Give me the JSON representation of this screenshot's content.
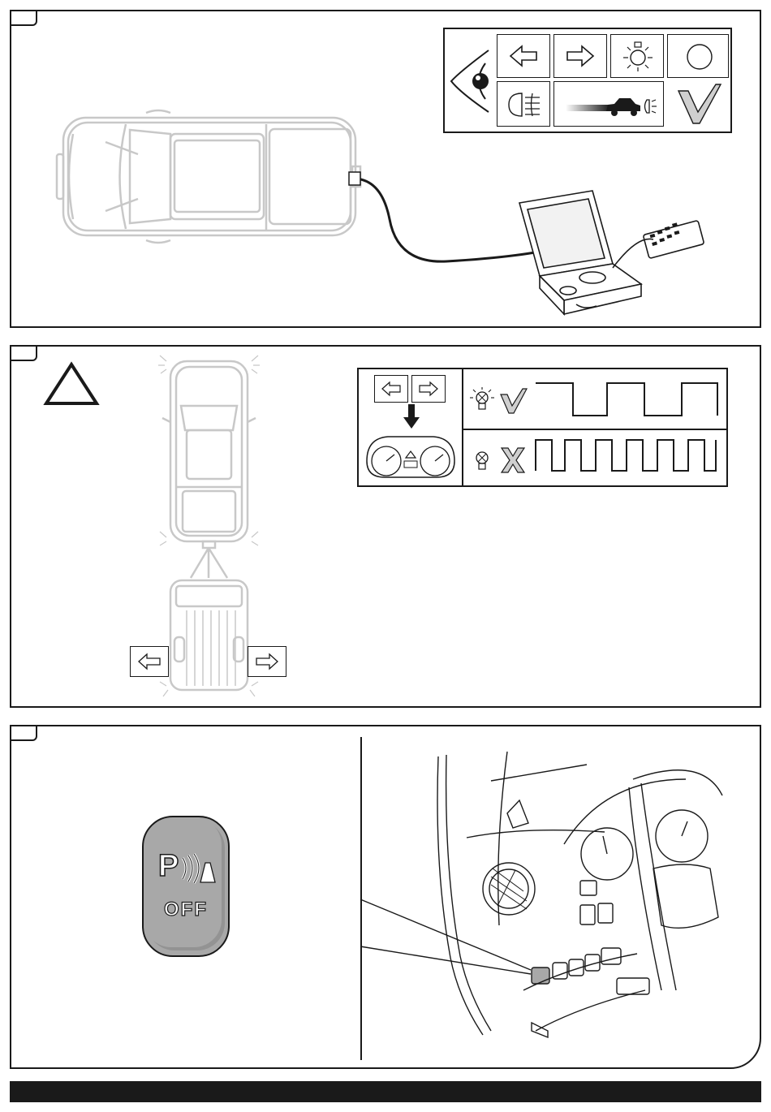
{
  "panels": [
    {
      "id": "step-1",
      "tab_label": ""
    },
    {
      "id": "step-2",
      "tab_label": ""
    },
    {
      "id": "step-3",
      "tab_label": ""
    }
  ],
  "icons": {
    "legend_top": [
      "eye-icon",
      "arrow-left-icon",
      "arrow-right-icon",
      "brake-light-icon",
      "circle-icon",
      "fog-light-icon",
      "reverse-car-icon",
      "check-icon"
    ],
    "warning": "warning-triangle-icon",
    "indicator_ok": "bulb-on-icon",
    "indicator_fail": "bulb-off-icon"
  },
  "parking_button": {
    "symbol": "P",
    "label": "OFF",
    "color": "#a8a8a8"
  },
  "colors": {
    "outline": "#1a1a1a",
    "vehicle_gray": "#c8c8c8",
    "footer": "#1a1a1a"
  }
}
